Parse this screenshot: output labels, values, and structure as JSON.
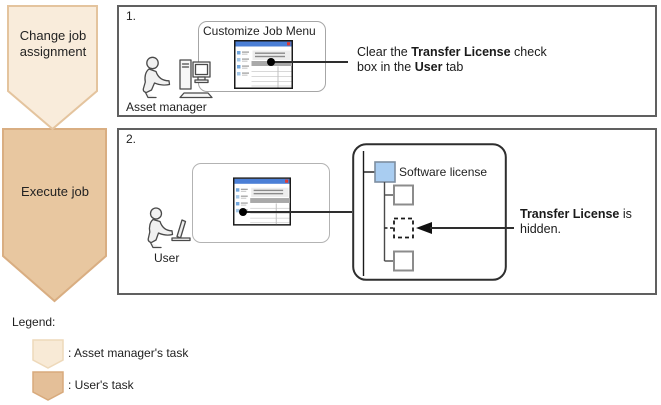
{
  "arrows": [
    {
      "label": "Change job assignment",
      "fill": "#f9ecdb",
      "stroke": "#e4c49e"
    },
    {
      "label": "Execute job",
      "fill": "#e8c7a0",
      "stroke": "#d9ae82"
    }
  ],
  "steps": [
    {
      "number": "1.",
      "window_title": "Customize Job Menu",
      "actor": "Asset manager",
      "annotation": {
        "parts": [
          "Clear the ",
          "Transfer License",
          " check box in the ",
          "User",
          " tab"
        ]
      }
    },
    {
      "number": "2.",
      "actor": "User",
      "tree_label": "Software license",
      "annotation": {
        "parts": [
          "Transfer License",
          " is hidden."
        ]
      }
    }
  ],
  "legend": {
    "title": "Legend:",
    "items": [
      {
        "label": ": Asset manager's task",
        "fill": "#f8ead6",
        "stroke": "#eed9ba"
      },
      {
        "label": ": User's task",
        "fill": "#e4bf98",
        "stroke": "#d8aa7c"
      }
    ]
  },
  "colors": {
    "screen_titlebar": "#4b7fd6",
    "close_red": "#e0392f",
    "tree_node_blue": "#a9cdf1",
    "box_border": "#606060"
  }
}
